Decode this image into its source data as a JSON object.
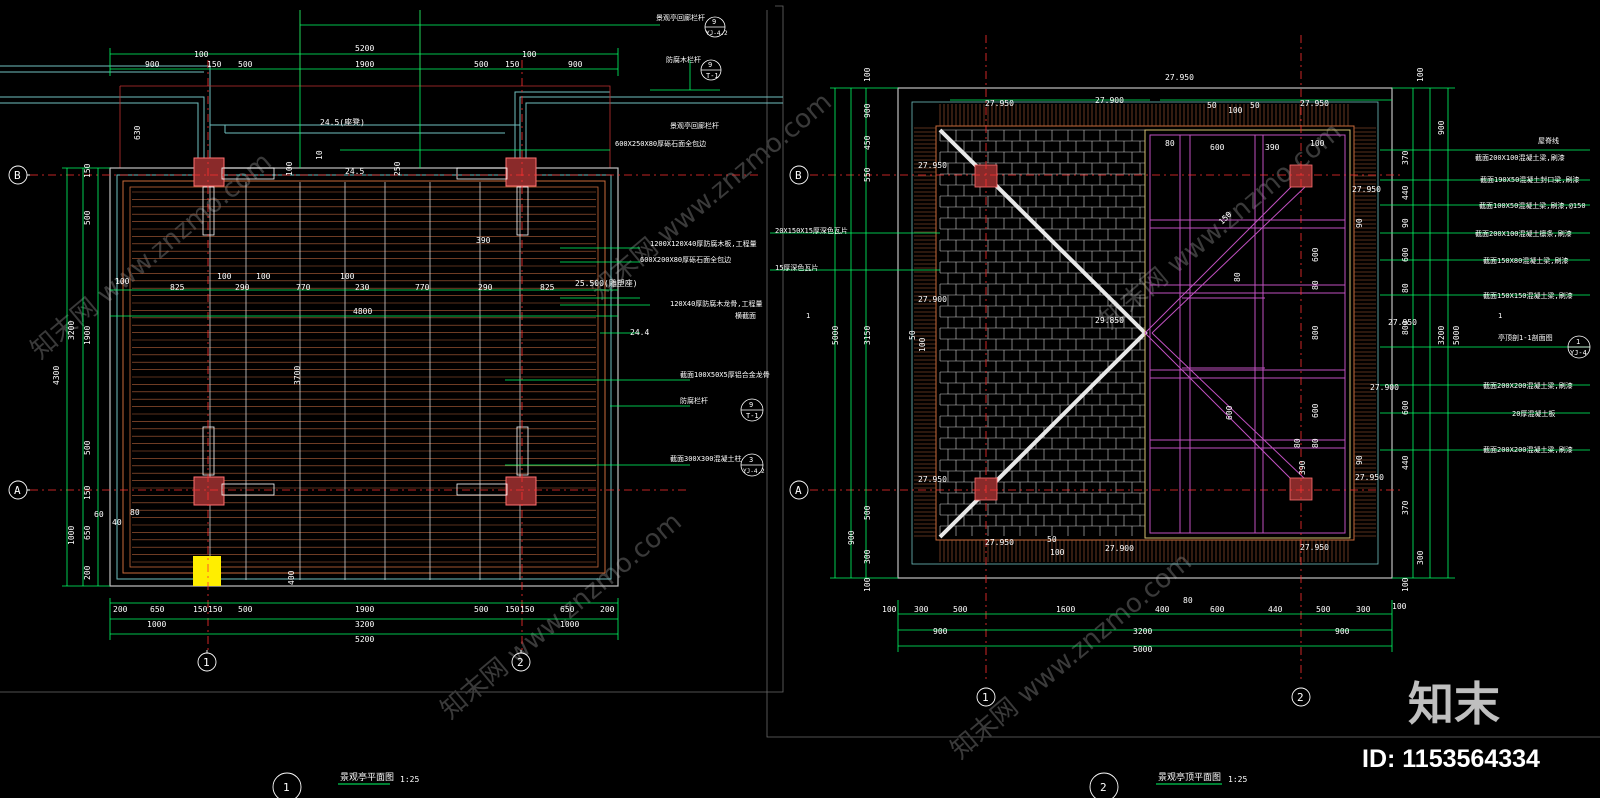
{
  "colors": {
    "background": "#000000",
    "green": "#00ff66",
    "red": "#ff3030",
    "cyan": "#5fd7d7",
    "magenta": "#c050c0",
    "orange": "#c86a3a",
    "yellow": "#ffee00",
    "white": "#ffffff"
  },
  "left_plan": {
    "title": "景观亭平面图",
    "scale": "1:25",
    "number": "1",
    "top_dims": {
      "overall": "5200",
      "row1": [
        "900",
        "100",
        "150",
        "500",
        "1900",
        "500",
        "150",
        "100",
        "900"
      ],
      "row_a": [
        "100",
        "100"
      ]
    },
    "bottom_dims": {
      "row1": [
        "200",
        "650",
        "150",
        "150",
        "500",
        "1900",
        "500",
        "150",
        "150",
        "650",
        "200"
      ],
      "row2": [
        "1000",
        "3200",
        "1000"
      ],
      "overall": "5200"
    },
    "left_dims": [
      "150",
      "100",
      "500",
      "1900",
      "500",
      "150",
      "650",
      "200",
      "3200",
      "4300",
      "1000",
      "630"
    ],
    "inner_dims": [
      "825",
      "290",
      "770",
      "230",
      "770",
      "290",
      "825",
      "100",
      "100",
      "100",
      "100",
      "4800",
      "390",
      "3700"
    ],
    "levels": [
      "24.5",
      "24.4",
      "25.500(雕塑座)",
      "24.5(座凳)"
    ],
    "small_dims": [
      "10",
      "250",
      "100",
      "80",
      "40",
      "60",
      "400"
    ],
    "annotations": [
      "景观亭平面图",
      "防腐木栏杆",
      "景观亭回廊栏杆",
      "600X250X80厚砾石面全包边",
      "1200X120X40厚防腐木板,工程量",
      "600X200X80厚砾石面全包边",
      "120X40厚防腐木龙骨,工程量",
      "横截面",
      "截面100X50X5厚铝合金龙骨",
      "防腐栏杆",
      "截面300X300混凝土柱"
    ],
    "refs": [
      {
        "num": "9",
        "sheet": "YJ-4.2"
      },
      {
        "num": "9",
        "sheet": "T-1"
      },
      {
        "num": "9",
        "sheet": "T-1"
      },
      {
        "num": "3",
        "sheet": "YJ-4.2"
      }
    ],
    "grid_rows": [
      "B",
      "A"
    ],
    "grid_cols": [
      "1",
      "2"
    ]
  },
  "right_plan": {
    "title": "景观亭顶平面图",
    "scale": "1:25",
    "number": "2",
    "top_dims": [
      "27.950",
      "27.950",
      "27.900",
      "50",
      "100",
      "50",
      "27.950",
      "80",
      "600",
      "390",
      "100"
    ],
    "bottom_dims": {
      "row1": [
        "100",
        "300",
        "500",
        "1600",
        "400",
        "80",
        "600",
        "440",
        "500",
        "300",
        "100"
      ],
      "row2": [
        "900",
        "3200",
        "900"
      ],
      "overall": "5000"
    },
    "left_dims": [
      "100",
      "900",
      "450",
      "550",
      "3150",
      "5000",
      "300",
      "500",
      "900",
      "100",
      "50",
      "100"
    ],
    "right_dims": [
      "100",
      "370",
      "440",
      "90",
      "600",
      "80",
      "800",
      "600",
      "440",
      "370",
      "100",
      "900",
      "3200",
      "5000",
      "300"
    ],
    "levels": [
      "27.950",
      "27.900",
      "29.850",
      "27.950",
      "27.950",
      "27.950",
      "27.950",
      "27.900",
      "27.950",
      "27.900",
      "27.950"
    ],
    "roof_dims": [
      "80",
      "600",
      "80",
      "600",
      "80",
      "800",
      "80",
      "600",
      "80",
      "390",
      "150",
      "90",
      "90",
      "50",
      "100"
    ],
    "annotations": [
      "屋脊线",
      "截面200X100混凝土梁,刷漆",
      "截面190X50混凝土封口梁,刷漆",
      "截面100X50混凝土梁,刷漆,@150",
      "截面200X100混凝土檩条,刷漆",
      "截面150X80混凝土梁,刷漆",
      "截面150X150混凝土梁,刷漆",
      "亭顶剖1-1剖面图",
      "截面200X200混凝土梁,刷漆",
      "20厚混凝土板",
      "截面200X200混凝土梁,刷漆",
      "20X150X15厚深色瓦片",
      "15厚深色瓦片",
      "1"
    ],
    "ref": {
      "num": "1",
      "sheet": "YJ-4"
    },
    "grid_rows": [
      "B",
      "A"
    ],
    "grid_cols": [
      "1",
      "2"
    ]
  },
  "branding": {
    "logo": "知末",
    "id": "ID: 1153564334",
    "watermark": "知末网 www.znzmo.com"
  }
}
